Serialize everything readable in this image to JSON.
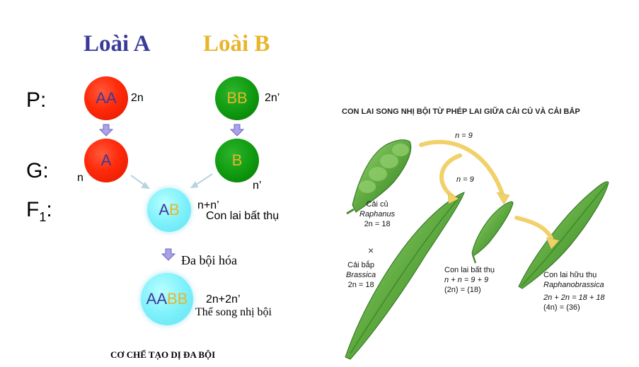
{
  "left": {
    "species_a": "Loài A",
    "species_b": "Loài B",
    "row_p": "P:",
    "row_g": "G:",
    "row_f_main": "F",
    "row_f_sub": "1",
    "row_f_colon": ":",
    "parent_a": {
      "l1": "A",
      "l2": "A",
      "ploidy": "2n"
    },
    "parent_b": {
      "l1": "B",
      "l2": "B",
      "ploidy": "2n’"
    },
    "gamete_a": {
      "letter": "A",
      "ploidy": "n"
    },
    "gamete_b": {
      "letter": "B",
      "ploidy": "n’"
    },
    "f1": {
      "l1": "A",
      "l2": "B",
      "ploidy": "n+n’",
      "desc": "Con lai bất thụ"
    },
    "step": "Đa bội hóa",
    "result": {
      "l1": "AA",
      "l2": "BB",
      "ploidy": "2n+2n’",
      "desc": "Thể song nhị bội"
    },
    "caption": "CƠ CHẾ TẠO DỊ ĐA BỘI",
    "colors": {
      "red": "#ff2a0a",
      "green": "#0f990f",
      "cyan": "#7ff1fb",
      "letter_a": "#3a3a9a",
      "letter_b": "#e8b52a",
      "arrow": "#8b84d6"
    }
  },
  "right": {
    "title": "CON LAI SONG NHỊ BỘI TỪ PHÉP LAI GIỮA CẢI CỦ VÀ CẢI BẮP",
    "n9_top": "n = 9",
    "n9_mid": "n = 9",
    "radish": {
      "name": "Cải củ",
      "genus": "Raphanus",
      "chrom": "2n = 18"
    },
    "cross": "×",
    "cabbage": {
      "name": "Cải bắp",
      "genus": "Brassica",
      "chrom": "2n = 18"
    },
    "sterile": {
      "name": "Con lai bất thụ",
      "line1": "n + n = 9 + 9",
      "line2": "(2n) = (18)"
    },
    "fertile": {
      "name": "Con lai hữu thụ",
      "genus": "Raphanobrassica",
      "line1": "2n + 2n = 18 + 18",
      "line2": "(4n) = (36)"
    },
    "colors": {
      "pod": "#5ea93f",
      "arrow": "#f0d16a"
    }
  }
}
